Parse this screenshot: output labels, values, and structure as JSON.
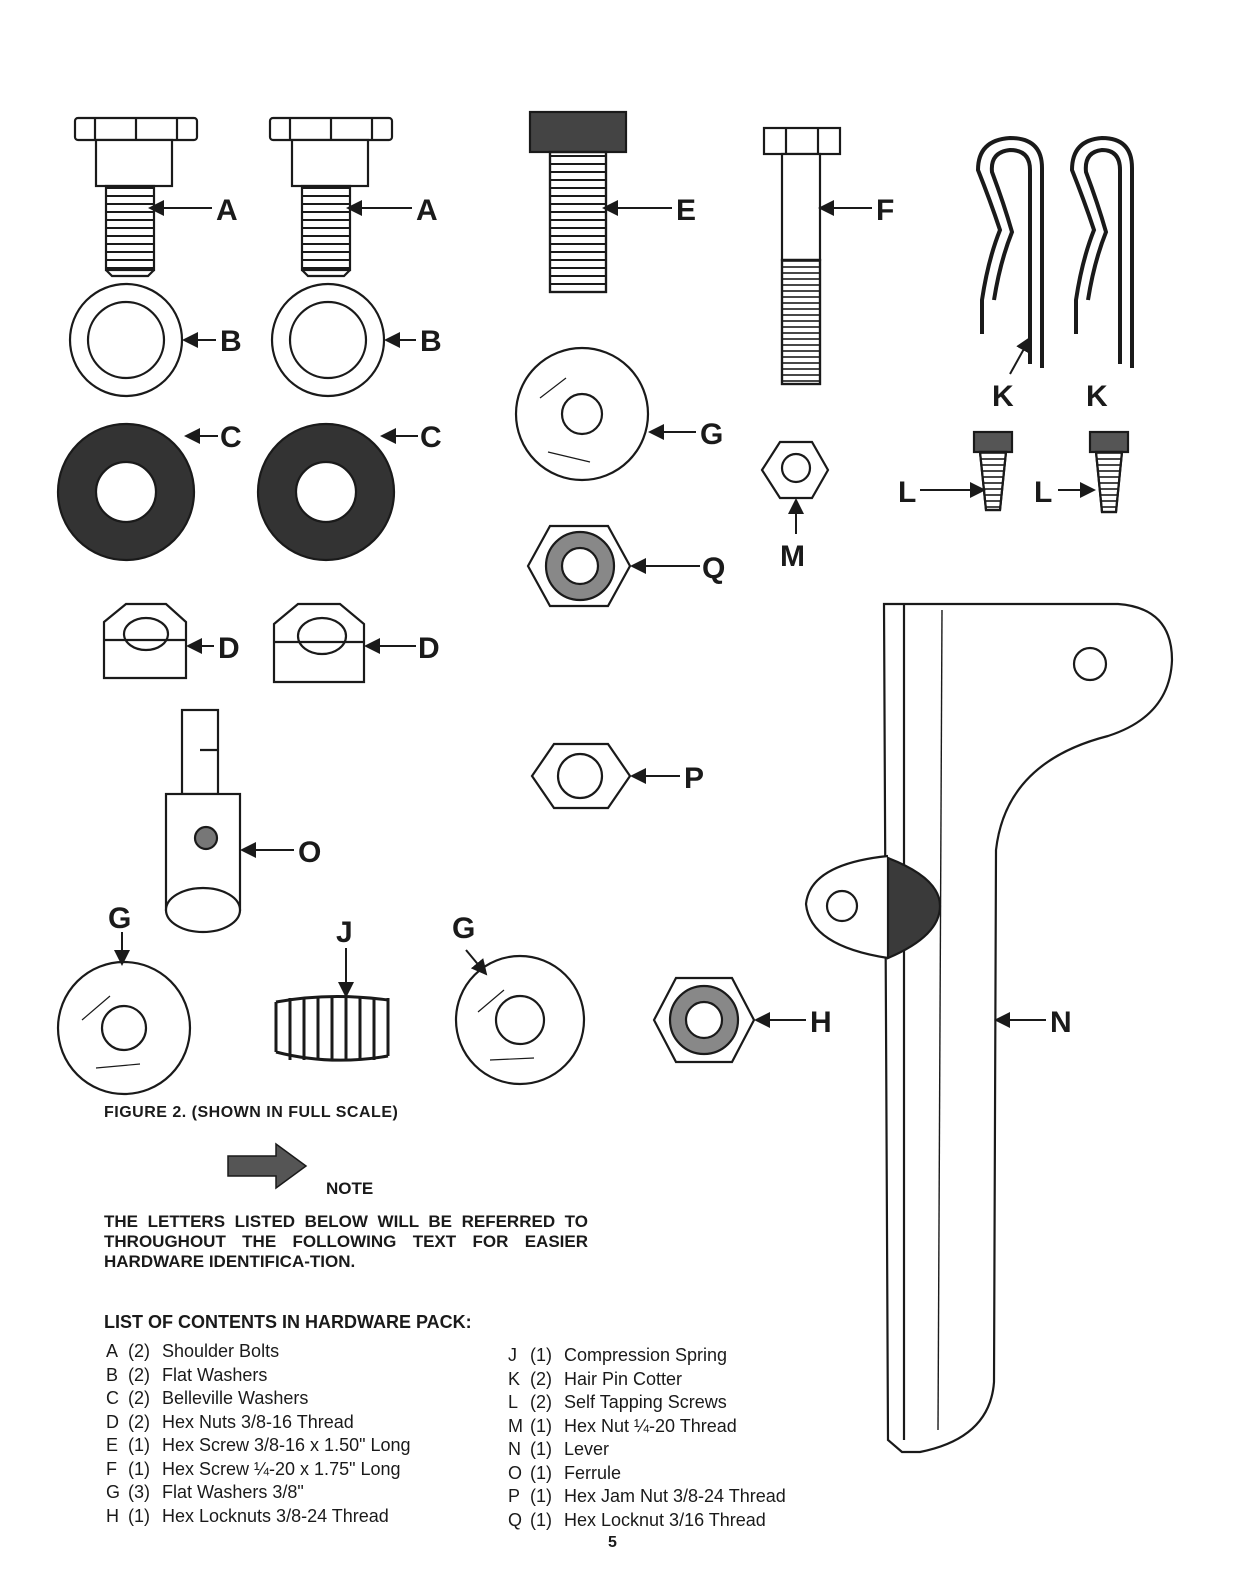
{
  "labels": {
    "a": "A",
    "b": "B",
    "c": "C",
    "d": "D",
    "e": "E",
    "f": "F",
    "g": "G",
    "h": "H",
    "j": "J",
    "k": "K",
    "l": "L",
    "m": "M",
    "n": "N",
    "o": "O",
    "p": "P",
    "q": "Q"
  },
  "figure_caption": "FIGURE 2. (SHOWN IN FULL SCALE)",
  "note": {
    "word": "NOTE",
    "body": "THE LETTERS LISTED BELOW WILL BE REFERRED TO THROUGHOUT THE FOLLOWING TEXT FOR EASIER HARDWARE IDENTIFICA-TION."
  },
  "contents_title": "LIST OF CONTENTS IN HARDWARE PACK:",
  "contents_left": [
    {
      "key": "A",
      "qty": "(2)",
      "desc": "Shoulder Bolts"
    },
    {
      "key": "B",
      "qty": "(2)",
      "desc": "Flat Washers"
    },
    {
      "key": "C",
      "qty": "(2)",
      "desc": "Belleville Washers"
    },
    {
      "key": "D",
      "qty": "(2)",
      "desc": "Hex Nuts 3/8-16 Thread"
    },
    {
      "key": "E",
      "qty": "(1)",
      "desc": "Hex Screw 3/8-16 x 1.50\" Long"
    },
    {
      "key": "F",
      "qty": "(1)",
      "desc": "Hex Screw ¼-20 x 1.75\" Long"
    },
    {
      "key": "G",
      "qty": "(3)",
      "desc": "Flat Washers 3/8\""
    },
    {
      "key": "H",
      "qty": "(1)",
      "desc": "Hex Locknuts 3/8-24 Thread"
    }
  ],
  "contents_right": [
    {
      "key": "J",
      "qty": "(1)",
      "desc": "Compression Spring"
    },
    {
      "key": "K",
      "qty": "(2)",
      "desc": "Hair Pin Cotter"
    },
    {
      "key": "L",
      "qty": "(2)",
      "desc": "Self Tapping Screws"
    },
    {
      "key": "M",
      "qty": "(1)",
      "desc": "Hex Nut ¼-20 Thread"
    },
    {
      "key": "N",
      "qty": "(1)",
      "desc": "Lever"
    },
    {
      "key": "O",
      "qty": "(1)",
      "desc": "Ferrule"
    },
    {
      "key": "P",
      "qty": "(1)",
      "desc": "Hex Jam Nut 3/8-24 Thread"
    },
    {
      "key": "Q",
      "qty": "(1)",
      "desc": "Hex Locknut 3/16 Thread"
    }
  ],
  "page_number": "5",
  "colors": {
    "ink": "#1a1a1a",
    "paper": "#ffffff",
    "dark_fill": "#333333"
  }
}
